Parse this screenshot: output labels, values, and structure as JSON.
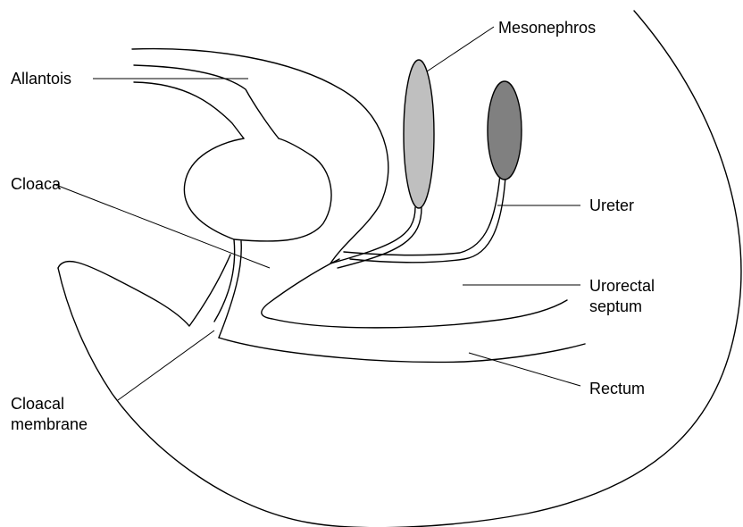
{
  "labels": {
    "allantois": "Allantois",
    "cloaca": "Cloaca",
    "cloacal_membrane_line1": "Cloacal",
    "cloacal_membrane_line2": "membrane",
    "mesonephros": "Mesonephros",
    "ureter": "Ureter",
    "urorectal_septum_line1": "Urorectal",
    "urorectal_septum_line2": "septum",
    "rectum": "Rectum"
  },
  "colors": {
    "line": "#000000",
    "mesonephros_fill": "#bfbfbf",
    "metanephros_fill": "#808080",
    "background": "#ffffff"
  }
}
